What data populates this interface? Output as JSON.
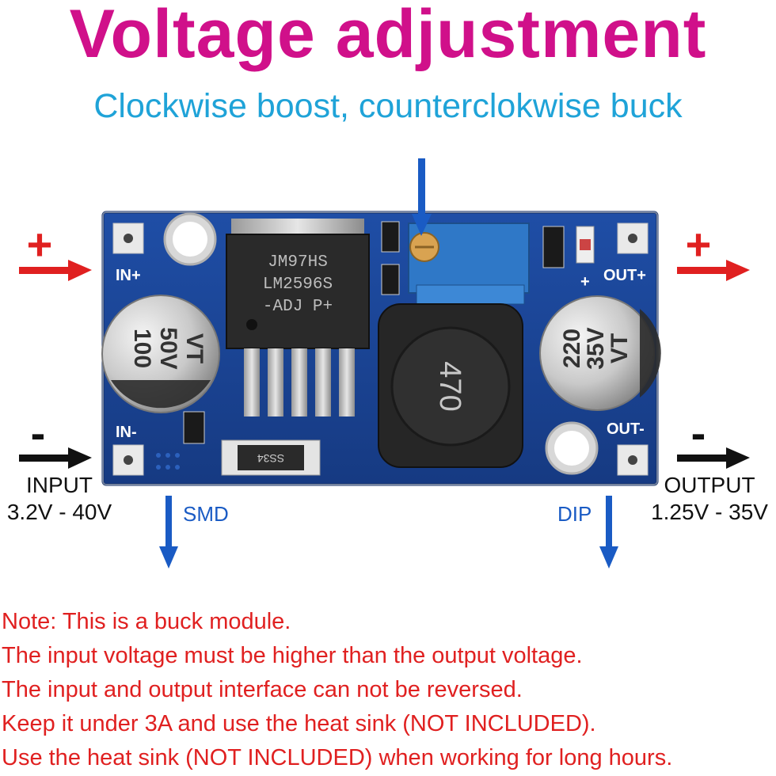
{
  "header": {
    "title": "Voltage adjustment",
    "subtitle": "Clockwise boost, counterclokwise buck"
  },
  "board": {
    "pin_in_plus": "IN+",
    "pin_in_minus": "IN-",
    "pin_out_plus": "OUT+",
    "pin_out_minus": "OUT-",
    "ic_line1": "JM97HS",
    "ic_line2": "LM2596S",
    "ic_line3": "-ADJ P+",
    "cap_in_line1": "100",
    "cap_in_line2": "50V",
    "cap_in_line3": "VT",
    "cap_out_line1": "220",
    "cap_out_line2": "35V",
    "cap_out_line3": "VT",
    "inductor_label": "470",
    "diode_label": "SS34",
    "plus_mark": "+"
  },
  "labels": {
    "input_title": "INPUT",
    "input_range": "3.2V - 40V",
    "output_title": "OUTPUT",
    "output_range": "1.25V - 35V",
    "smd": "SMD",
    "dip": "DIP",
    "plus_sign": "+",
    "minus_sign": "-"
  },
  "notes": [
    "Note: This is a buck module.",
    "The input voltage must be higher than the output voltage.",
    "The input and output interface can not be reversed.",
    "Keep it under 3A and use the heat sink (NOT INCLUDED).",
    "Use the heat sink (NOT INCLUDED) when working for long hours."
  ],
  "colors": {
    "title": "#d0108a",
    "subtitle": "#1fa3d8",
    "positive_arrow": "#e02020",
    "negative_arrow": "#111111",
    "pointer_arrow": "#1a5bc4",
    "board": "#1a3f8f",
    "note_text": "#e02020"
  }
}
